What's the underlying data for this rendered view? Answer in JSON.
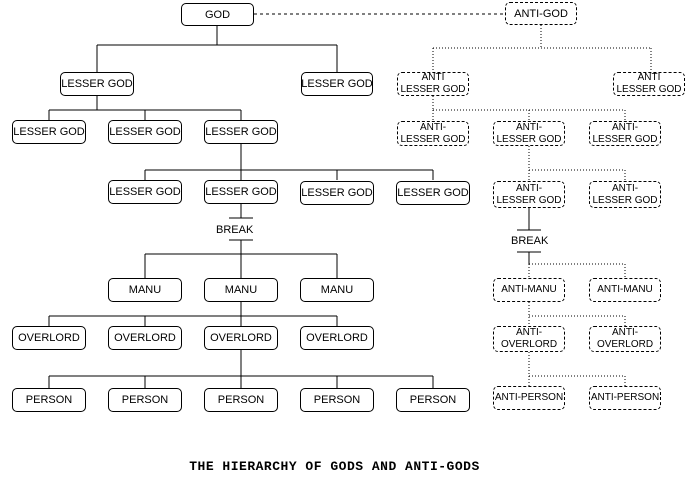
{
  "title": "THE HIERARCHY OF GODS AND ANTI-GODS",
  "labels": {
    "god": "GOD",
    "lesser_god": "LESSER GOD",
    "break": "BREAK",
    "manu": "MANU",
    "overlord": "OVERLORD",
    "person": "PERSON",
    "anti_god": "ANTI-GOD",
    "anti": "ANTI",
    "anti_hyphen": "ANTI-",
    "anti_manu": "ANTI-MANU",
    "anti_person": "ANTI-PERSON"
  }
}
